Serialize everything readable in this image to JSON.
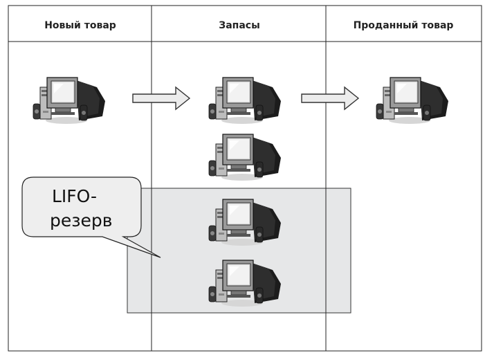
{
  "table": {
    "columns": [
      {
        "label": "Новый товар"
      },
      {
        "label": "Запасы"
      },
      {
        "label": "Проданный товар"
      }
    ]
  },
  "callout": {
    "line1": "LIFO-",
    "line2": "резерв"
  },
  "computers": {
    "new_goods_count": 1,
    "inventory_count": 4,
    "sold_goods_count": 1
  },
  "colors": {
    "border": "#222222",
    "lifo_zone": "#e6e7e8",
    "arrow_fill": "#ececec",
    "callout_fill": "#eeeeee"
  }
}
